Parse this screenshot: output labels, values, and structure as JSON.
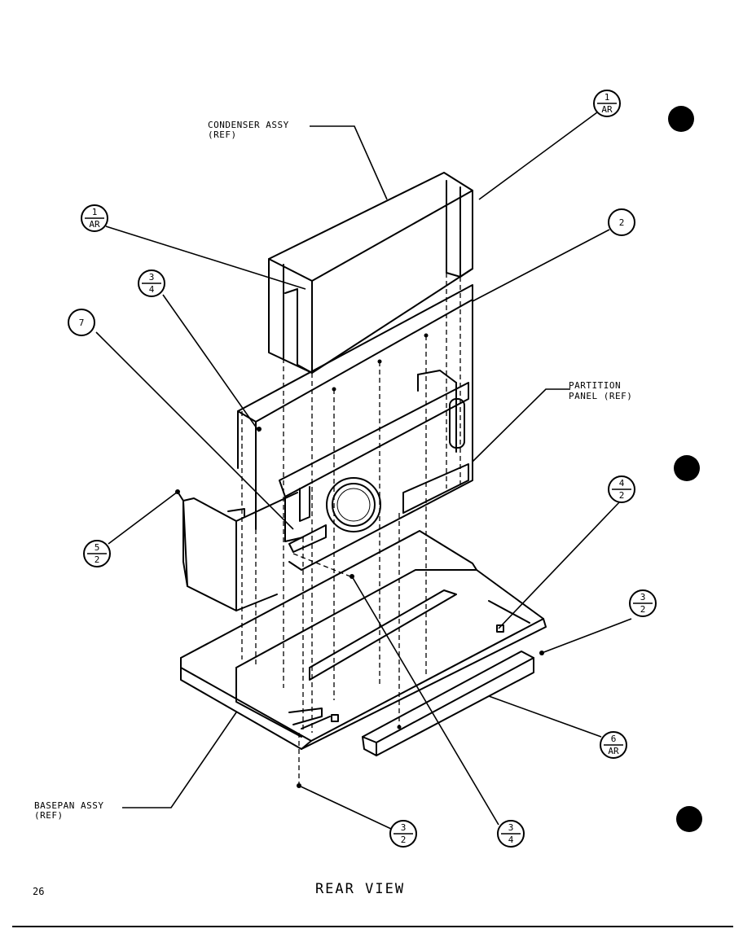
{
  "page": {
    "number": "26",
    "view_title": "REAR VIEW"
  },
  "labels": {
    "condenser_l1": "CONDENSER ASSY",
    "condenser_l2": "(REF)",
    "partition_l1": "PARTITION",
    "partition_l2": "PANEL (REF)",
    "basepan_l1": "BASEPAN ASSY",
    "basepan_l2": "(REF)"
  },
  "callouts": {
    "c_1_ar_top": {
      "top": "1",
      "bottom": "AR"
    },
    "c_1_ar_left": {
      "top": "1",
      "bottom": "AR"
    },
    "c_2": {
      "single": "2"
    },
    "c_3_4_upper": {
      "top": "3",
      "bottom": "4"
    },
    "c_7": {
      "single": "7"
    },
    "c_4_2": {
      "top": "4",
      "bottom": "2"
    },
    "c_5_2": {
      "top": "5",
      "bottom": "2"
    },
    "c_3_2_right": {
      "top": "3",
      "bottom": "2"
    },
    "c_6_ar": {
      "top": "6",
      "bottom": "AR"
    },
    "c_3_2_bottom": {
      "top": "3",
      "bottom": "2"
    },
    "c_3_4_bottom": {
      "top": "3",
      "bottom": "4"
    }
  },
  "colors": {
    "ink": "#000000",
    "paper": "#ffffff"
  }
}
